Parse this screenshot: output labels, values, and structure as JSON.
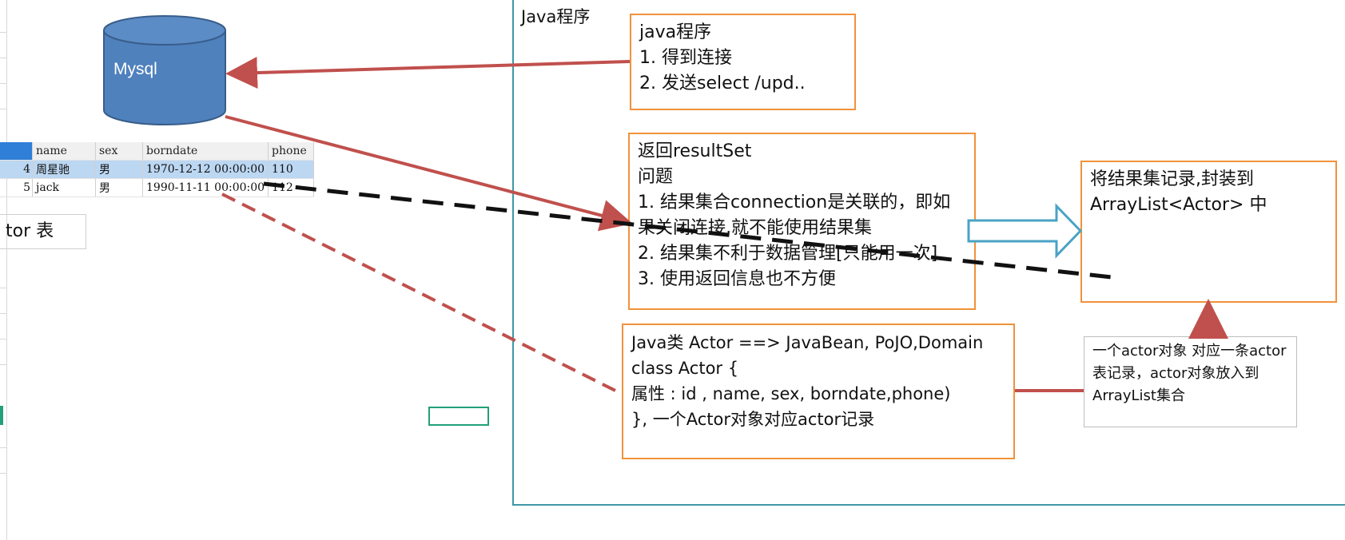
{
  "frame_label": "Java程序",
  "db_label": "Mysql",
  "table": {
    "columns": [
      "",
      "name",
      "sex",
      "borndate",
      "phone"
    ],
    "rows": [
      [
        "4",
        "周星驰",
        "男",
        "1970-12-12 00:00:00",
        "110"
      ],
      [
        "5",
        "jack",
        "男",
        "1990-11-11 00:00:00",
        "112"
      ]
    ],
    "caption": "tor 表"
  },
  "box_java_program": {
    "lines": [
      "java程序",
      "1. 得到连接",
      "2. 发送select /upd.."
    ]
  },
  "box_resultset": {
    "lines": [
      "返回resultSet",
      "问题",
      "1. 结果集合connection是关联的，即如",
      "果关闭连接,就不能使用结果集",
      "2. 结果集不利于数据管理[只能用一次]",
      "3. 使用返回信息也不方便"
    ]
  },
  "box_arraylist": {
    "lines": [
      "将结果集记录,封装到",
      "ArrayList<Actor> 中"
    ]
  },
  "box_actor_class": {
    "lines": [
      "Java类 Actor  ==> JavaBean, PoJO,Domain",
      "class Actor {",
      "属性 : id , name, sex, borndate,phone)",
      "}, 一个Actor对象对应actor记录"
    ]
  },
  "note_box": {
    "lines": [
      "一个actor对象 对应一条actor",
      "表记录，actor对象放入到",
      "ArrayList集合"
    ]
  },
  "colors": {
    "frame": "#3d97a8",
    "box_border": "#f0923b",
    "arrow_red": "#c0504d",
    "db_fill": "#4f81bd",
    "db_stroke": "#385d8a",
    "hollow_arrow": "#4aa3c4"
  }
}
